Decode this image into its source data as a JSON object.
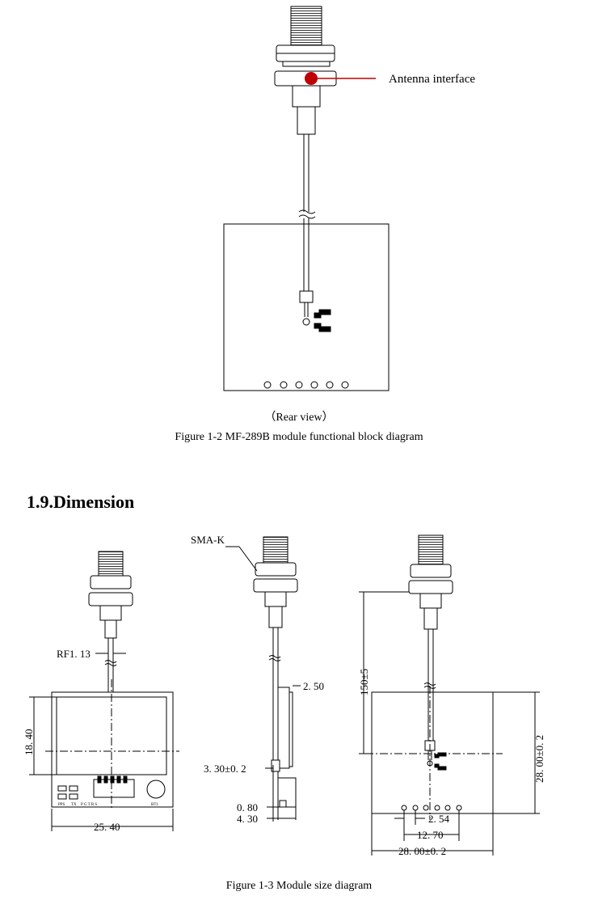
{
  "figure_top": {
    "callout": "Antenna interface",
    "view_label": "（Rear view）",
    "caption": "Figure 1-2  MF-289B module functional block diagram"
  },
  "section": {
    "heading": "1.9.Dimension"
  },
  "figure_bottom": {
    "dims": {
      "rf": "RF1. 13",
      "height": "18. 40",
      "width_left": "25. 40",
      "sma": "SMA-K",
      "thickness": "2. 50",
      "depth": "3. 30±0. 2",
      "pin_h": "0. 80",
      "total_t": "4. 30",
      "cable": "150±5",
      "board_h": "28. 00±0. 2",
      "pitch": "2. 54",
      "pin_span": "12. 70",
      "board_w": "28. 00±0. 2"
    },
    "pcb_labels": {
      "pps": "PPS",
      "tx": "TX",
      "bt": "BT1",
      "pins": "P G T R S"
    },
    "caption": "Figure 1-3 Module size diagram"
  }
}
